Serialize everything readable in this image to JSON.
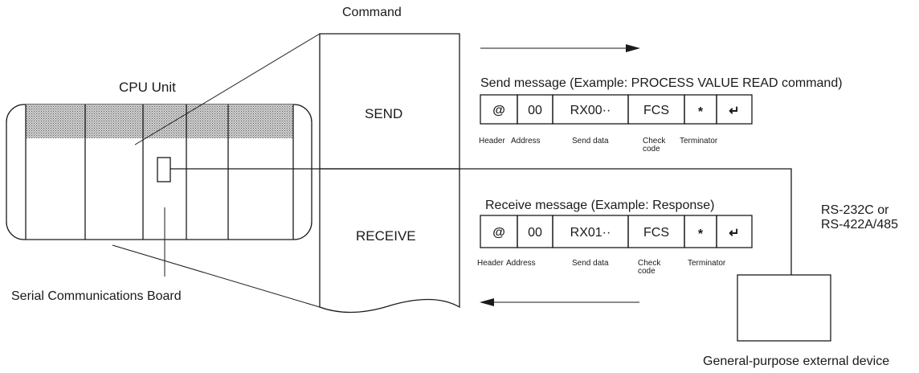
{
  "labels": {
    "command": "Command",
    "cpu_unit": "CPU Unit",
    "send": "SEND",
    "receive": "RECEIVE",
    "serial_board": "Serial Communications Board",
    "rs_line1": "RS-232C or",
    "rs_line2": "RS-422A/485",
    "external_device": "General-purpose external device"
  },
  "send_message": {
    "title": "Send message (Example: PROCESS VALUE READ command)",
    "cells": [
      "@",
      "00",
      "RX00··",
      "FCS",
      "*",
      "↵"
    ],
    "captions": {
      "header": "Header",
      "address": "Address",
      "data": "Send data",
      "check_line1": "Check",
      "check_line2": "code",
      "terminator": "Terminator"
    }
  },
  "receive_message": {
    "title": "Receive message (Example: Response)",
    "cells": [
      "@",
      "00",
      "RX01··",
      "FCS",
      "*",
      "↵"
    ],
    "captions": {
      "header": "Header",
      "address": "Address",
      "data": "Send data",
      "check_line1": "Check",
      "check_line2": "code",
      "terminator": "Terminator"
    }
  }
}
